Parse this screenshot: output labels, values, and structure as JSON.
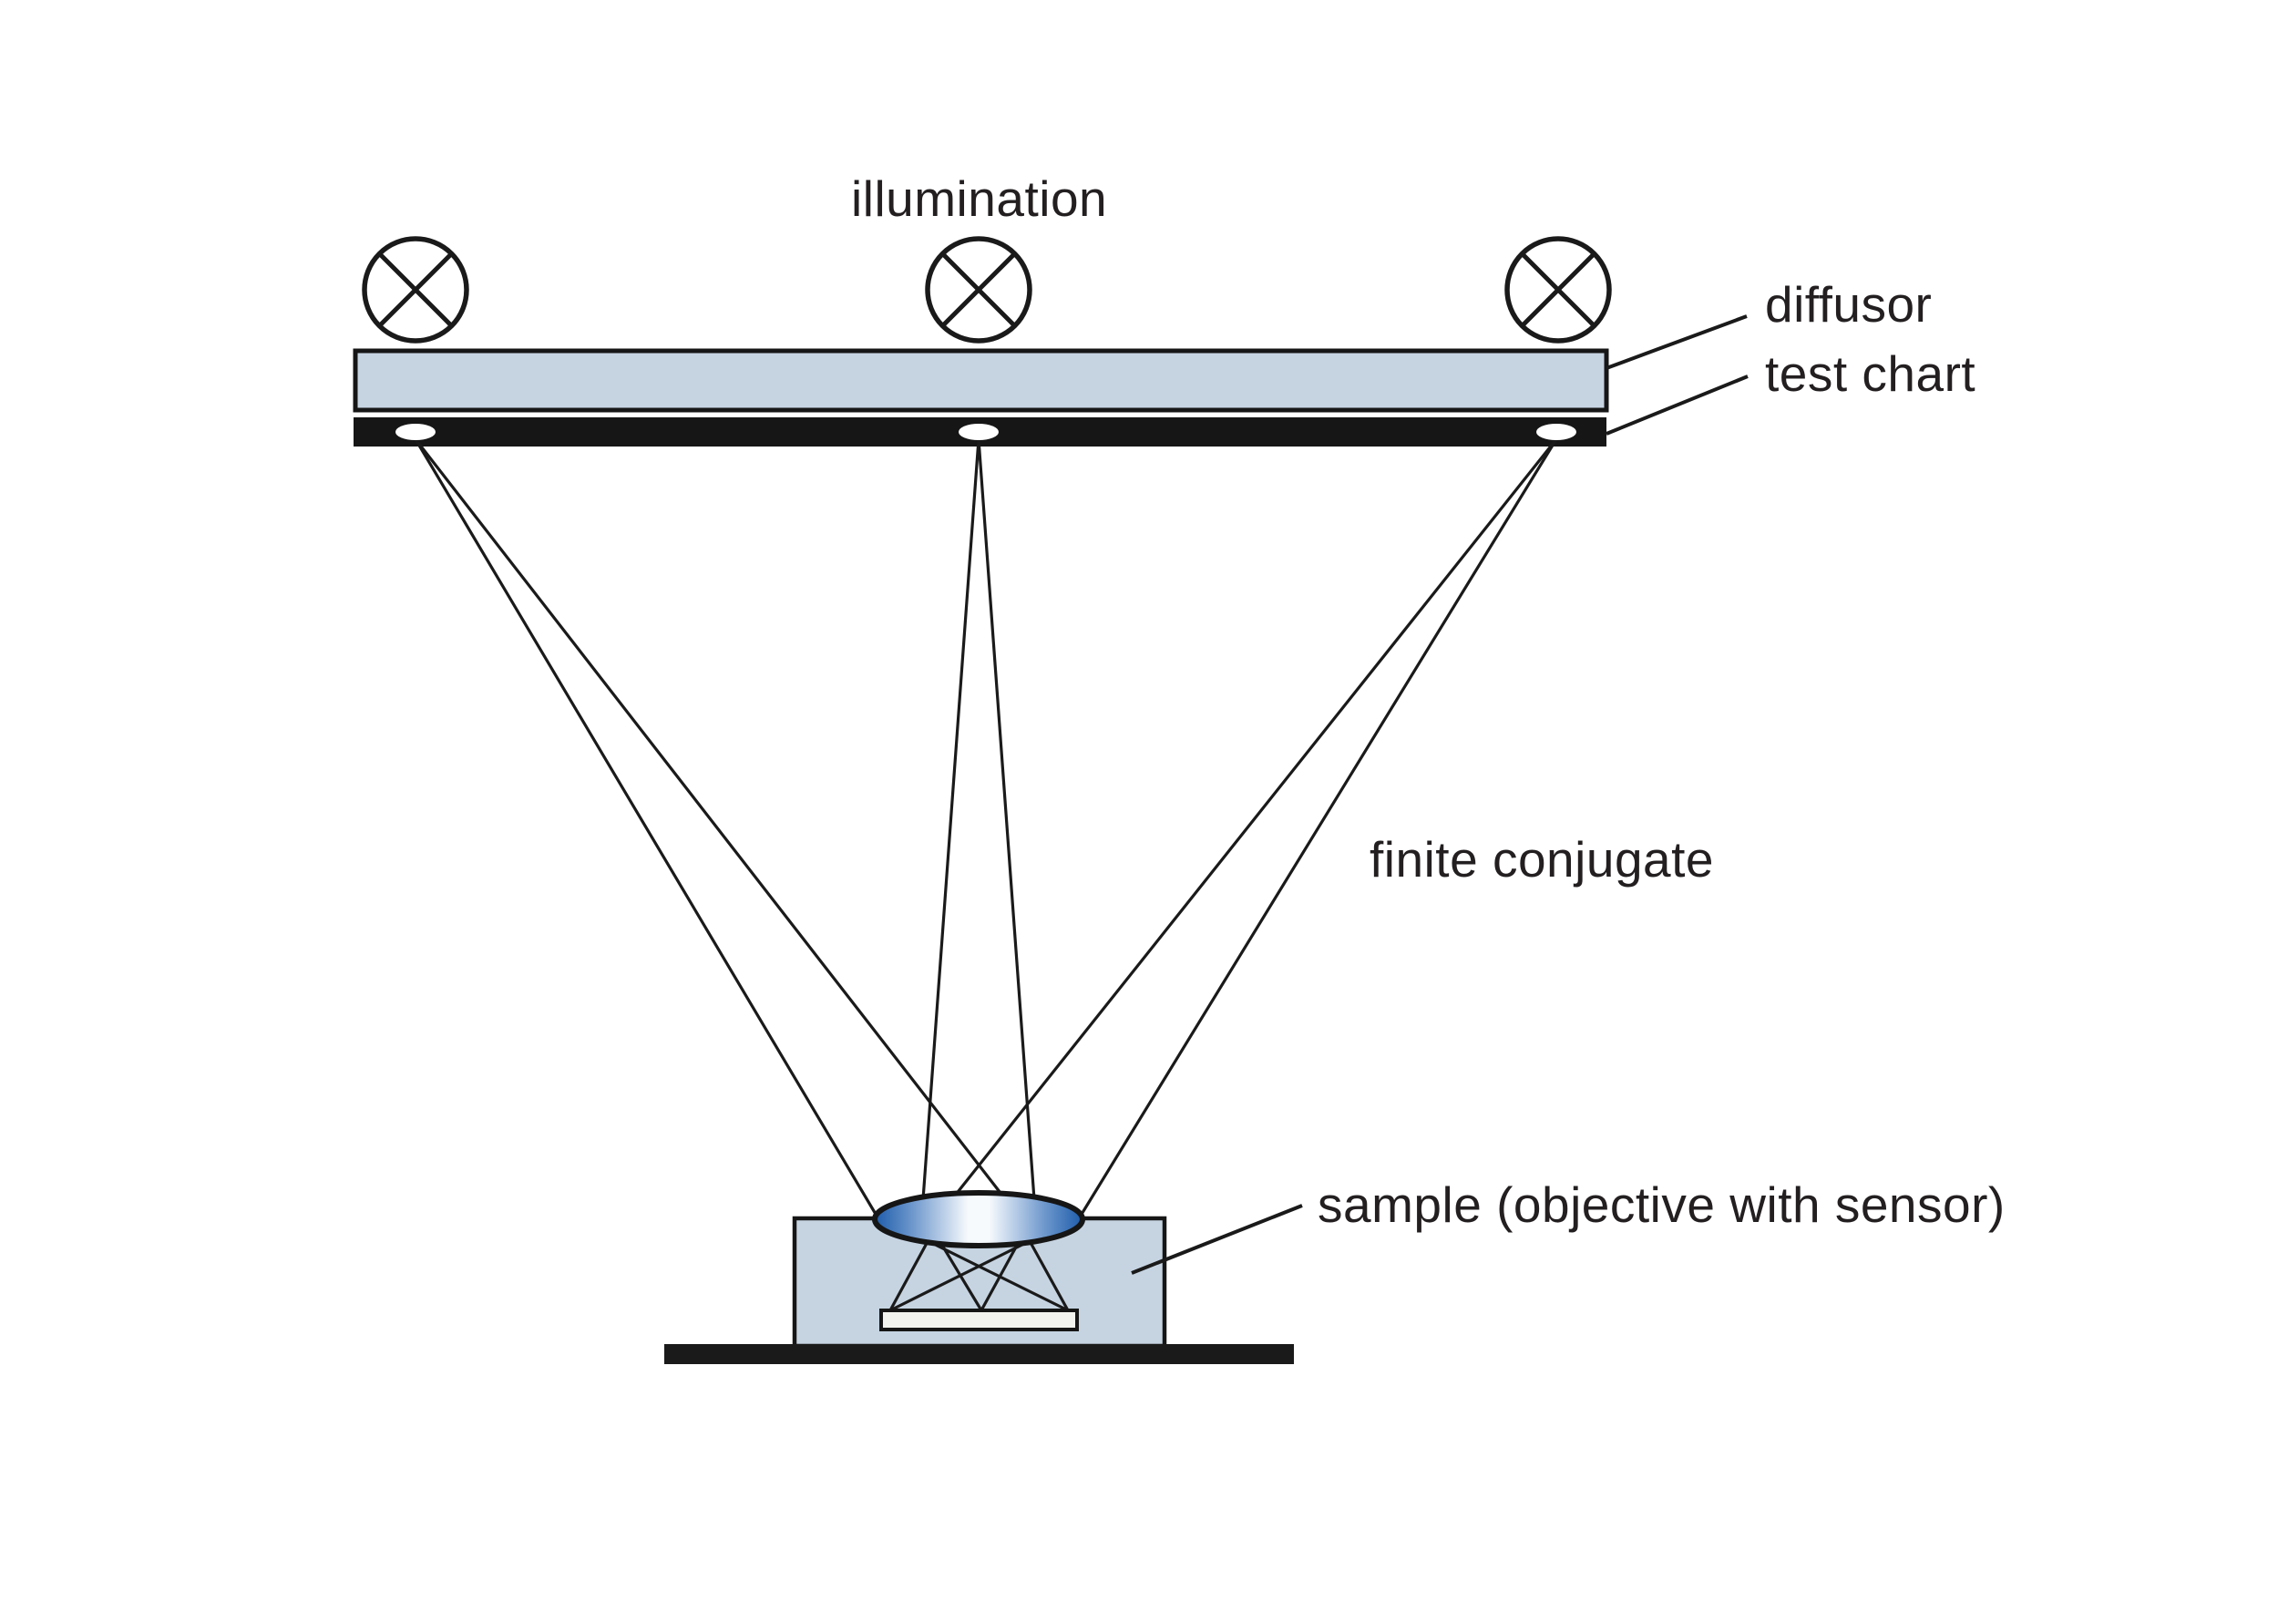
{
  "figure": {
    "labels": {
      "illumination": "illumination",
      "diffusor": "diffusor",
      "test_chart": "test chart",
      "finite_conjugate": "finite conjugate",
      "sample": "sample (objective with sensor)"
    },
    "colors": {
      "panel_blue": "#c6d4e2",
      "bar_black": "#161616",
      "base_black": "#1a1a1a",
      "lens_edge_blue": "#1d5cab",
      "lens_mid_blue": "#6d97cc",
      "lens_center": "#f7fafd",
      "sensor_fill": "#f2f2ef",
      "ray_line": "#1a1a1a",
      "hole_white": "#ffffff"
    },
    "icons": {
      "lamp": "lamp-icon (circle with X light source symbol)",
      "lamp_count": 3
    }
  }
}
